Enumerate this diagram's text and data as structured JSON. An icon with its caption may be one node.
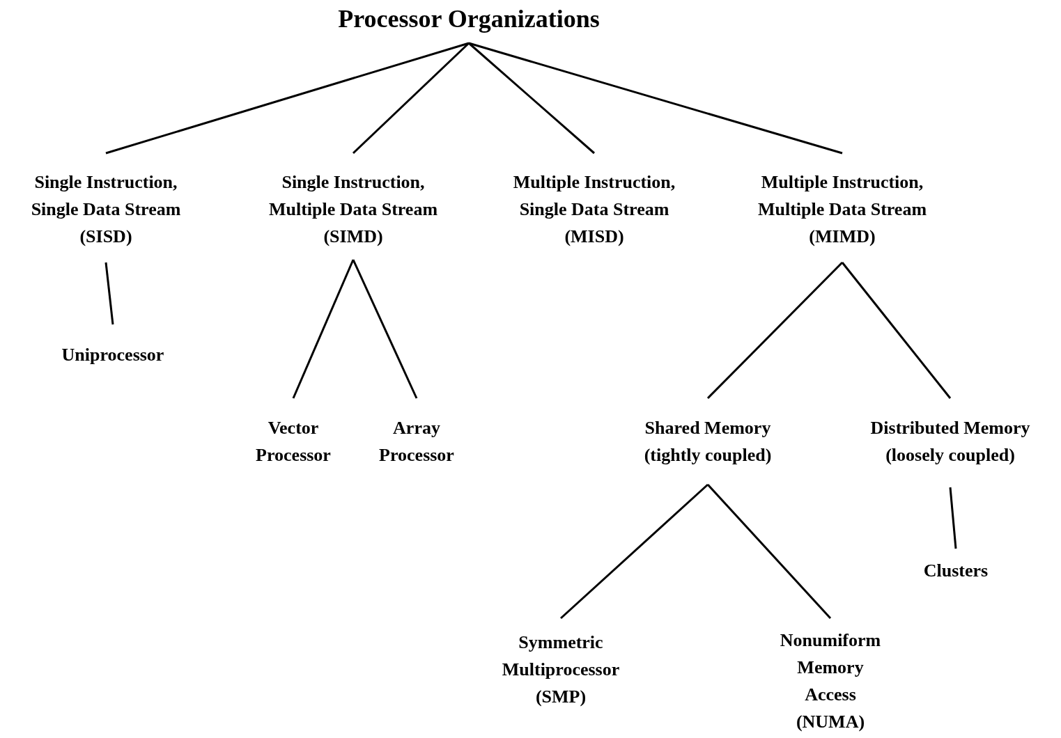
{
  "diagram": {
    "nodes": [
      {
        "text": [
          "Processor Organizations"
        ]
      },
      {
        "text": [
          "Single Instruction, Single Data Stream (SISD)"
        ]
      },
      {
        "text": [
          "Single Instruction, Multiple Data Stream (SIMD)"
        ]
      },
      {
        "text": [
          "Multiple Instruction, Single Data Stream (MISD)"
        ]
      },
      {
        "text": [
          "Multiple Instruction, Multiple Data Stream (MIMD)"
        ]
      },
      {
        "text": [
          "Uniprocessor"
        ]
      },
      {
        "text": [
          "Vector Processor"
        ]
      },
      {
        "text": [
          "Array Processor"
        ]
      },
      {
        "text": [
          "Shared Memory (tightly coupled)"
        ]
      },
      {
        "text": [
          "Distributed Memory (loosely coupled)"
        ]
      },
      {
        "text": [
          "Clusters"
        ]
      },
      {
        "text": [
          "Symmetric Multiprocessor (SMP)"
        ]
      },
      {
        "text": [
          "Nonumiform Memory Access (NUMA)"
        ]
      }
    ],
    "edges": [
      {
        "from": 0,
        "to": 1,
        "arrow": "none"
      },
      {
        "from": 0,
        "to": 2,
        "arrow": "none"
      },
      {
        "from": 0,
        "to": 3,
        "arrow": "none"
      },
      {
        "from": 0,
        "to": 4,
        "arrow": "none"
      },
      {
        "from": 1,
        "to": 5,
        "arrow": "none"
      },
      {
        "from": 2,
        "to": 6,
        "arrow": "none"
      },
      {
        "from": 2,
        "to": 7,
        "arrow": "none"
      },
      {
        "from": 4,
        "to": 8,
        "arrow": "none"
      },
      {
        "from": 4,
        "to": 9,
        "arrow": "none"
      },
      {
        "from": 9,
        "to": 10,
        "arrow": "none"
      },
      {
        "from": 8,
        "to": 11,
        "arrow": "none"
      },
      {
        "from": 8,
        "to": 12,
        "arrow": "none"
      }
    ]
  }
}
